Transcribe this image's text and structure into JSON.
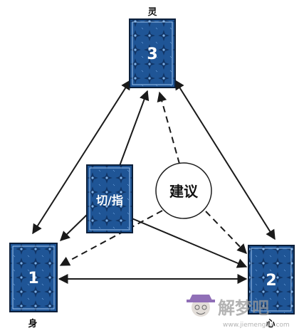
{
  "diagram": {
    "cards": {
      "top": {
        "number": "3",
        "position_label": "灵"
      },
      "left": {
        "number": "1",
        "position_label": "身"
      },
      "right": {
        "number": "2",
        "position_label": "心"
      },
      "cut": {
        "label": "切/指"
      }
    },
    "advice": {
      "label": "建议"
    }
  },
  "watermark": {
    "brand": "解梦吧",
    "url": "www.jiemengba.com"
  },
  "colors": {
    "card_blue": "#1c4f8f",
    "card_border": "#0b1f3a",
    "arrow": "#1a1a1a"
  }
}
